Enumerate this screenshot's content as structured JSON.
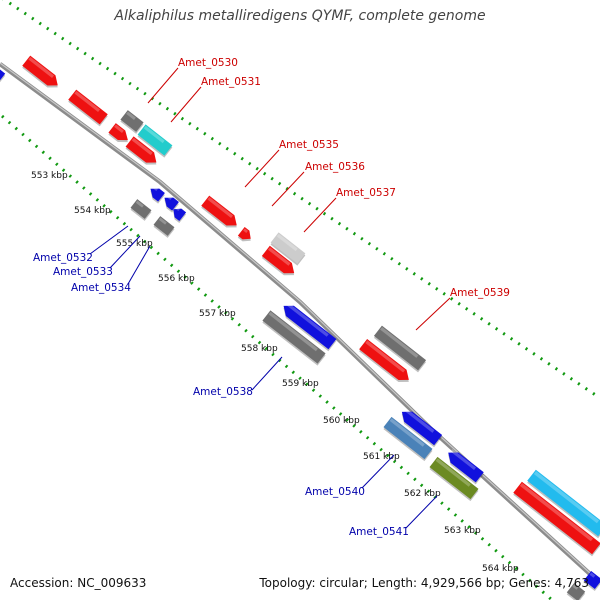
{
  "title": "Alkaliphilus metalliredigens QYMF, complete genome",
  "footer": {
    "accession": "Accession: NC_009633",
    "stats": "Topology: circular; Length: 4,929,566 bp; Genes: 4,763"
  },
  "colors": {
    "red": "#ee1111",
    "blue": "#1111dd",
    "gray": "#6f6f6f",
    "light_gray": "#cccccc",
    "cyan": "#22cccc",
    "steel_blue": "#4a82b8",
    "olive": "#6b8a22",
    "sky": "#22bbee",
    "backbone": "#8a8a8a",
    "gc_dots": "#119911",
    "label_red": "#cc0000",
    "label_blue": "#0000aa"
  },
  "ticks": [
    "553 kbp",
    "554 kbp",
    "555 kbp",
    "556 kbp",
    "557 kbp",
    "558 kbp",
    "559 kbp",
    "560 kbp",
    "561 kbp",
    "562 kbp",
    "563 kbp",
    "564 kbp"
  ],
  "labels": [
    {
      "text": "Amet_0530",
      "strand": "forward"
    },
    {
      "text": "Amet_0531",
      "strand": "forward"
    },
    {
      "text": "Amet_0535",
      "strand": "forward"
    },
    {
      "text": "Amet_0536",
      "strand": "forward"
    },
    {
      "text": "Amet_0537",
      "strand": "forward"
    },
    {
      "text": "Amet_0539",
      "strand": "forward"
    },
    {
      "text": "Amet_0532",
      "strand": "reverse"
    },
    {
      "text": "Amet_0533",
      "strand": "reverse"
    },
    {
      "text": "Amet_0534",
      "strand": "reverse"
    },
    {
      "text": "Amet_0538",
      "strand": "reverse"
    },
    {
      "text": "Amet_0540",
      "strand": "reverse"
    },
    {
      "text": "Amet_0541",
      "strand": "reverse"
    }
  ]
}
